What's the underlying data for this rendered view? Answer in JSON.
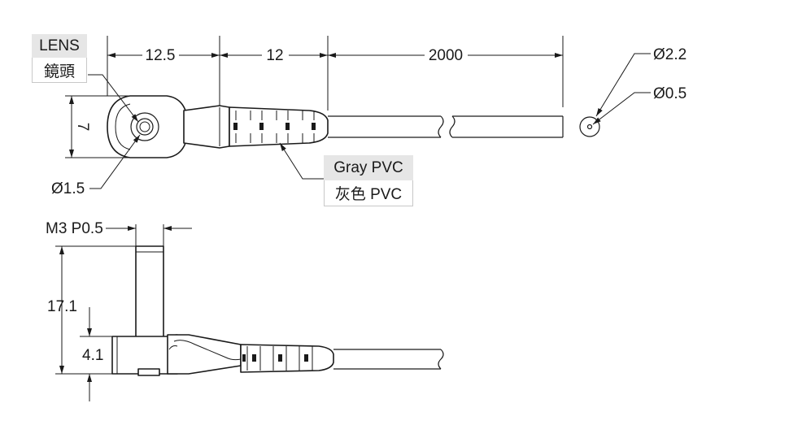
{
  "labels": {
    "lens_en": "LENS",
    "lens_zh": "鏡頭",
    "cable_en": "Gray PVC",
    "cable_zh": "灰色 PVC"
  },
  "dimensions": {
    "len_head": "12.5",
    "len_sleeve": "12",
    "len_cable": "2000",
    "cable_dia": "Ø2.2",
    "core_dia": "Ø0.5",
    "head_height": "7",
    "lens_dia": "Ø1.5",
    "thread": "M3 P0.5",
    "total_height": "17.1",
    "base_height": "4.1"
  }
}
